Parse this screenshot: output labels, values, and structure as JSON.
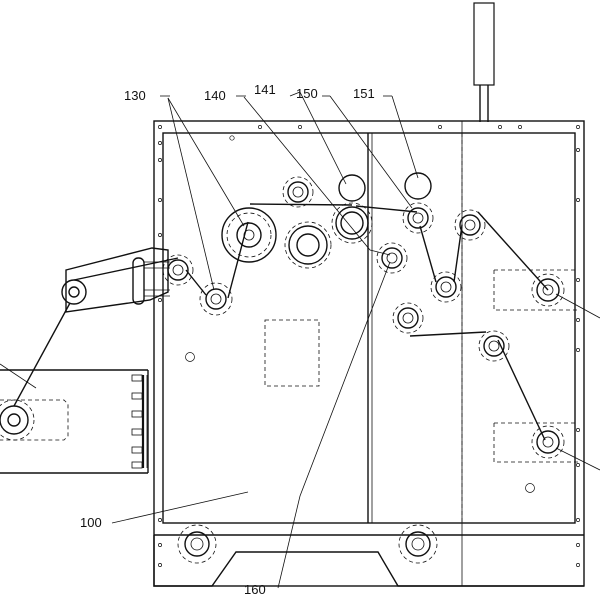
{
  "labels": {
    "l100": "100",
    "l130": "130",
    "l140": "140",
    "l141": "141",
    "l150": "150",
    "l151": "151",
    "l160": "160"
  }
}
